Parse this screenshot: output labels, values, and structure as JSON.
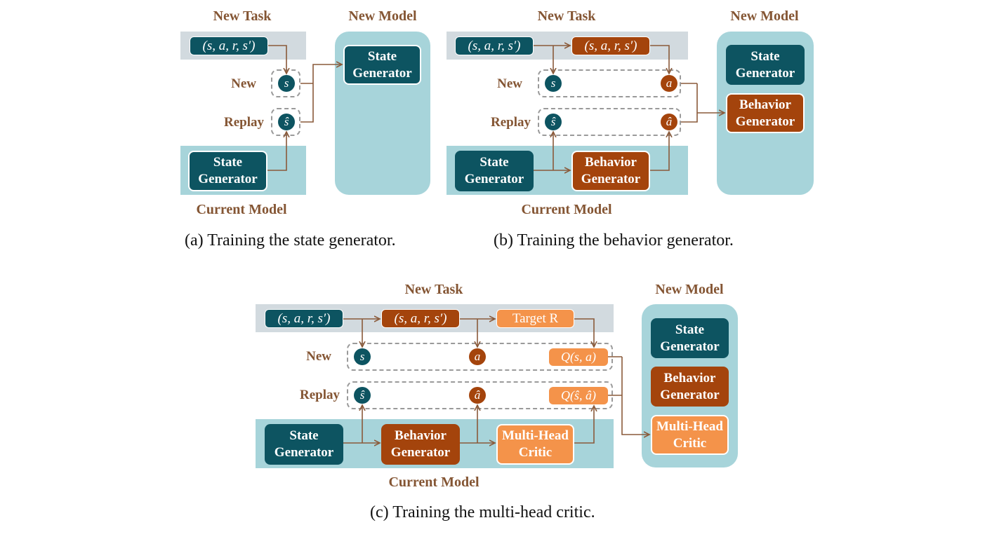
{
  "colors": {
    "teal": "#0d5461",
    "rust": "#a4440c",
    "orange": "#f4934a",
    "panel": "#a7d4da",
    "task_bar": "#d2dadf",
    "text_brown": "#845533",
    "arrow": "#8a5a3a"
  },
  "a": {
    "new_task": "New Task",
    "new_model": "New Model",
    "current_model": "Current Model",
    "tuple": "(s, a, r, s′)",
    "row_new": "New",
    "row_replay": "Replay",
    "s": "s",
    "s_hat": "ŝ",
    "current_state_gen": "State Generator",
    "new_state_gen": "State Generator",
    "caption": "(a) Training the state generator."
  },
  "b": {
    "new_task": "New Task",
    "new_model": "New Model",
    "current_model": "Current Model",
    "tuple1": "(s, a, r, s′)",
    "tuple2": "(s, a, r, s′)",
    "row_new": "New",
    "row_replay": "Replay",
    "s": "s",
    "a": "a",
    "s_hat": "ŝ",
    "a_hat": "â",
    "current_state_gen": "State Generator",
    "current_behavior_gen": "Behavior Generator",
    "new_state_gen": "State Generator",
    "new_behavior_gen": "Behavior Generator",
    "caption": "(b) Training the behavior generator."
  },
  "c": {
    "new_task": "New Task",
    "new_model": "New Model",
    "current_model": "Current Model",
    "tuple1": "(s, a, r, s′)",
    "tuple2": "(s, a, r, s′)",
    "target": "Target R",
    "row_new": "New",
    "row_replay": "Replay",
    "s": "s",
    "a": "a",
    "q": "Q(s, a)",
    "s_hat": "ŝ",
    "a_hat": "â",
    "q_hat": "Q(ŝ, â)",
    "current_state_gen": "State Generator",
    "current_behavior_gen": "Behavior Generator",
    "current_critic": "Multi-Head Critic",
    "new_state_gen": "State Generator",
    "new_behavior_gen": "Behavior Generator",
    "new_critic": "Multi-Head Critic",
    "caption": "(c) Training the multi-head critic."
  }
}
